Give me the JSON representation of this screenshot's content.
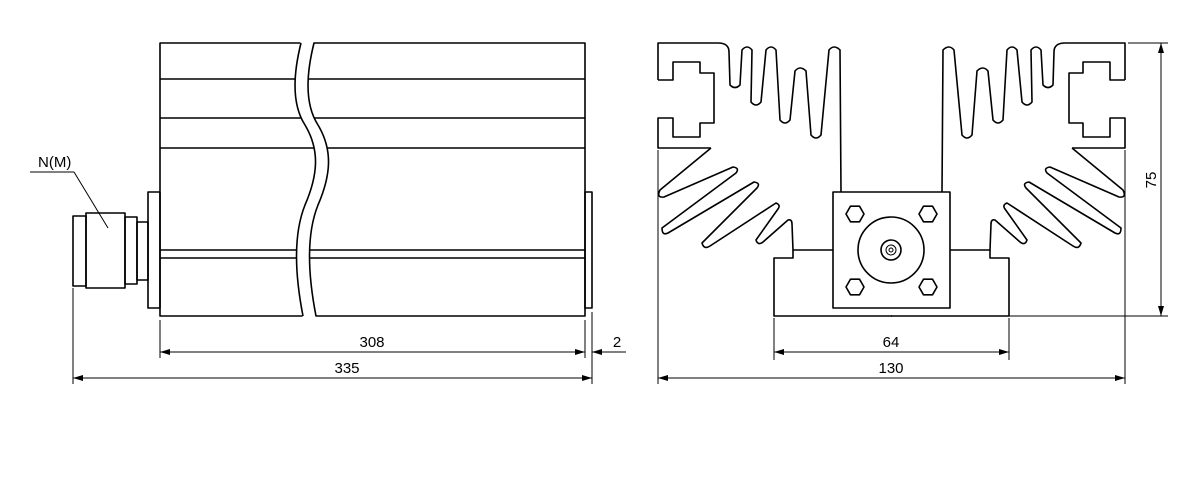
{
  "side_view": {
    "connector_label": "N(M)",
    "dim_body_length": "308",
    "dim_flange": "2",
    "dim_total_length": "335"
  },
  "end_view": {
    "dim_base_width": "64",
    "dim_total_width": "130",
    "dim_height": "75"
  },
  "colors": {
    "line": "#000000",
    "background": "#ffffff"
  }
}
